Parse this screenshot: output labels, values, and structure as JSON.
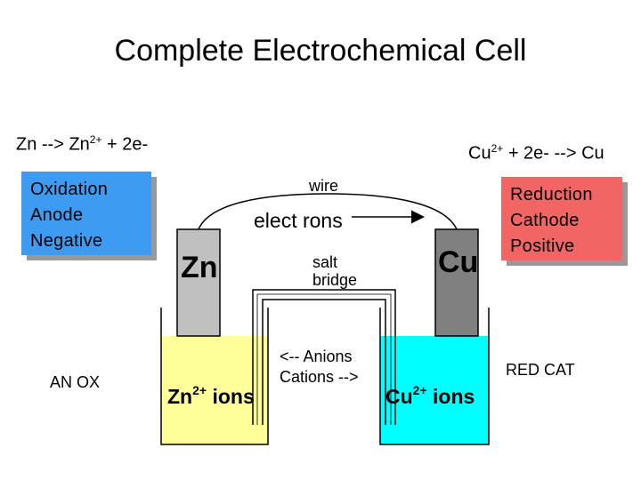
{
  "title": "Complete Electrochemical Cell",
  "left_equation": {
    "lhs": "Zn --> Zn",
    "charge": "2+",
    "rhs": " + 2e-"
  },
  "right_equation": {
    "lhs": "Cu",
    "charge": "2+",
    "rhs": " + 2e- --> Cu"
  },
  "oxidation_box": {
    "line1": "Oxidation",
    "line2": "Anode",
    "line3": "Negative"
  },
  "reduction_box": {
    "line1": "Reduction",
    "line2": "Cathode",
    "line3": "Positive"
  },
  "mnemonic_left": "AN OX",
  "mnemonic_right": "RED CAT",
  "cell": {
    "wire_label": "wire",
    "electrons_label": "elect rons",
    "anode_label": "Zn",
    "cathode_label": "Cu",
    "salt_bridge_line1": "salt",
    "salt_bridge_line2": "bridge",
    "anode_ions_base": "Zn",
    "anode_ions_charge": "2+",
    "anode_ions_suffix": " ions",
    "cathode_ions_base": "Cu",
    "cathode_ions_charge": "2+",
    "cathode_ions_suffix": " ions",
    "anions_label": "<-- Anions",
    "cations_label": "Cations -->"
  },
  "colors": {
    "oxidation_box": "#3d9bf2",
    "reduction_box": "#f26565",
    "anode_solution": "#ffff99",
    "cathode_solution": "#00ffff",
    "zinc_electrode": "#c0c0c0",
    "copper_electrode": "#808080"
  }
}
